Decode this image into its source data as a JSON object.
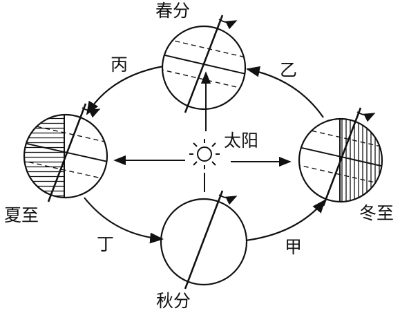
{
  "labels": {
    "sun": "太阳",
    "spring_equinox": "春分",
    "summer_solstice": "夏至",
    "autumn_equinox": "秋分",
    "winter_solstice": "冬至",
    "segment_spring_to_summer": "丙",
    "segment_winter_to_spring": "乙",
    "segment_summer_to_autumn": "丁",
    "segment_autumn_to_winter": "甲"
  },
  "colors": {
    "ink": "#111111",
    "background": "#ffffff"
  }
}
